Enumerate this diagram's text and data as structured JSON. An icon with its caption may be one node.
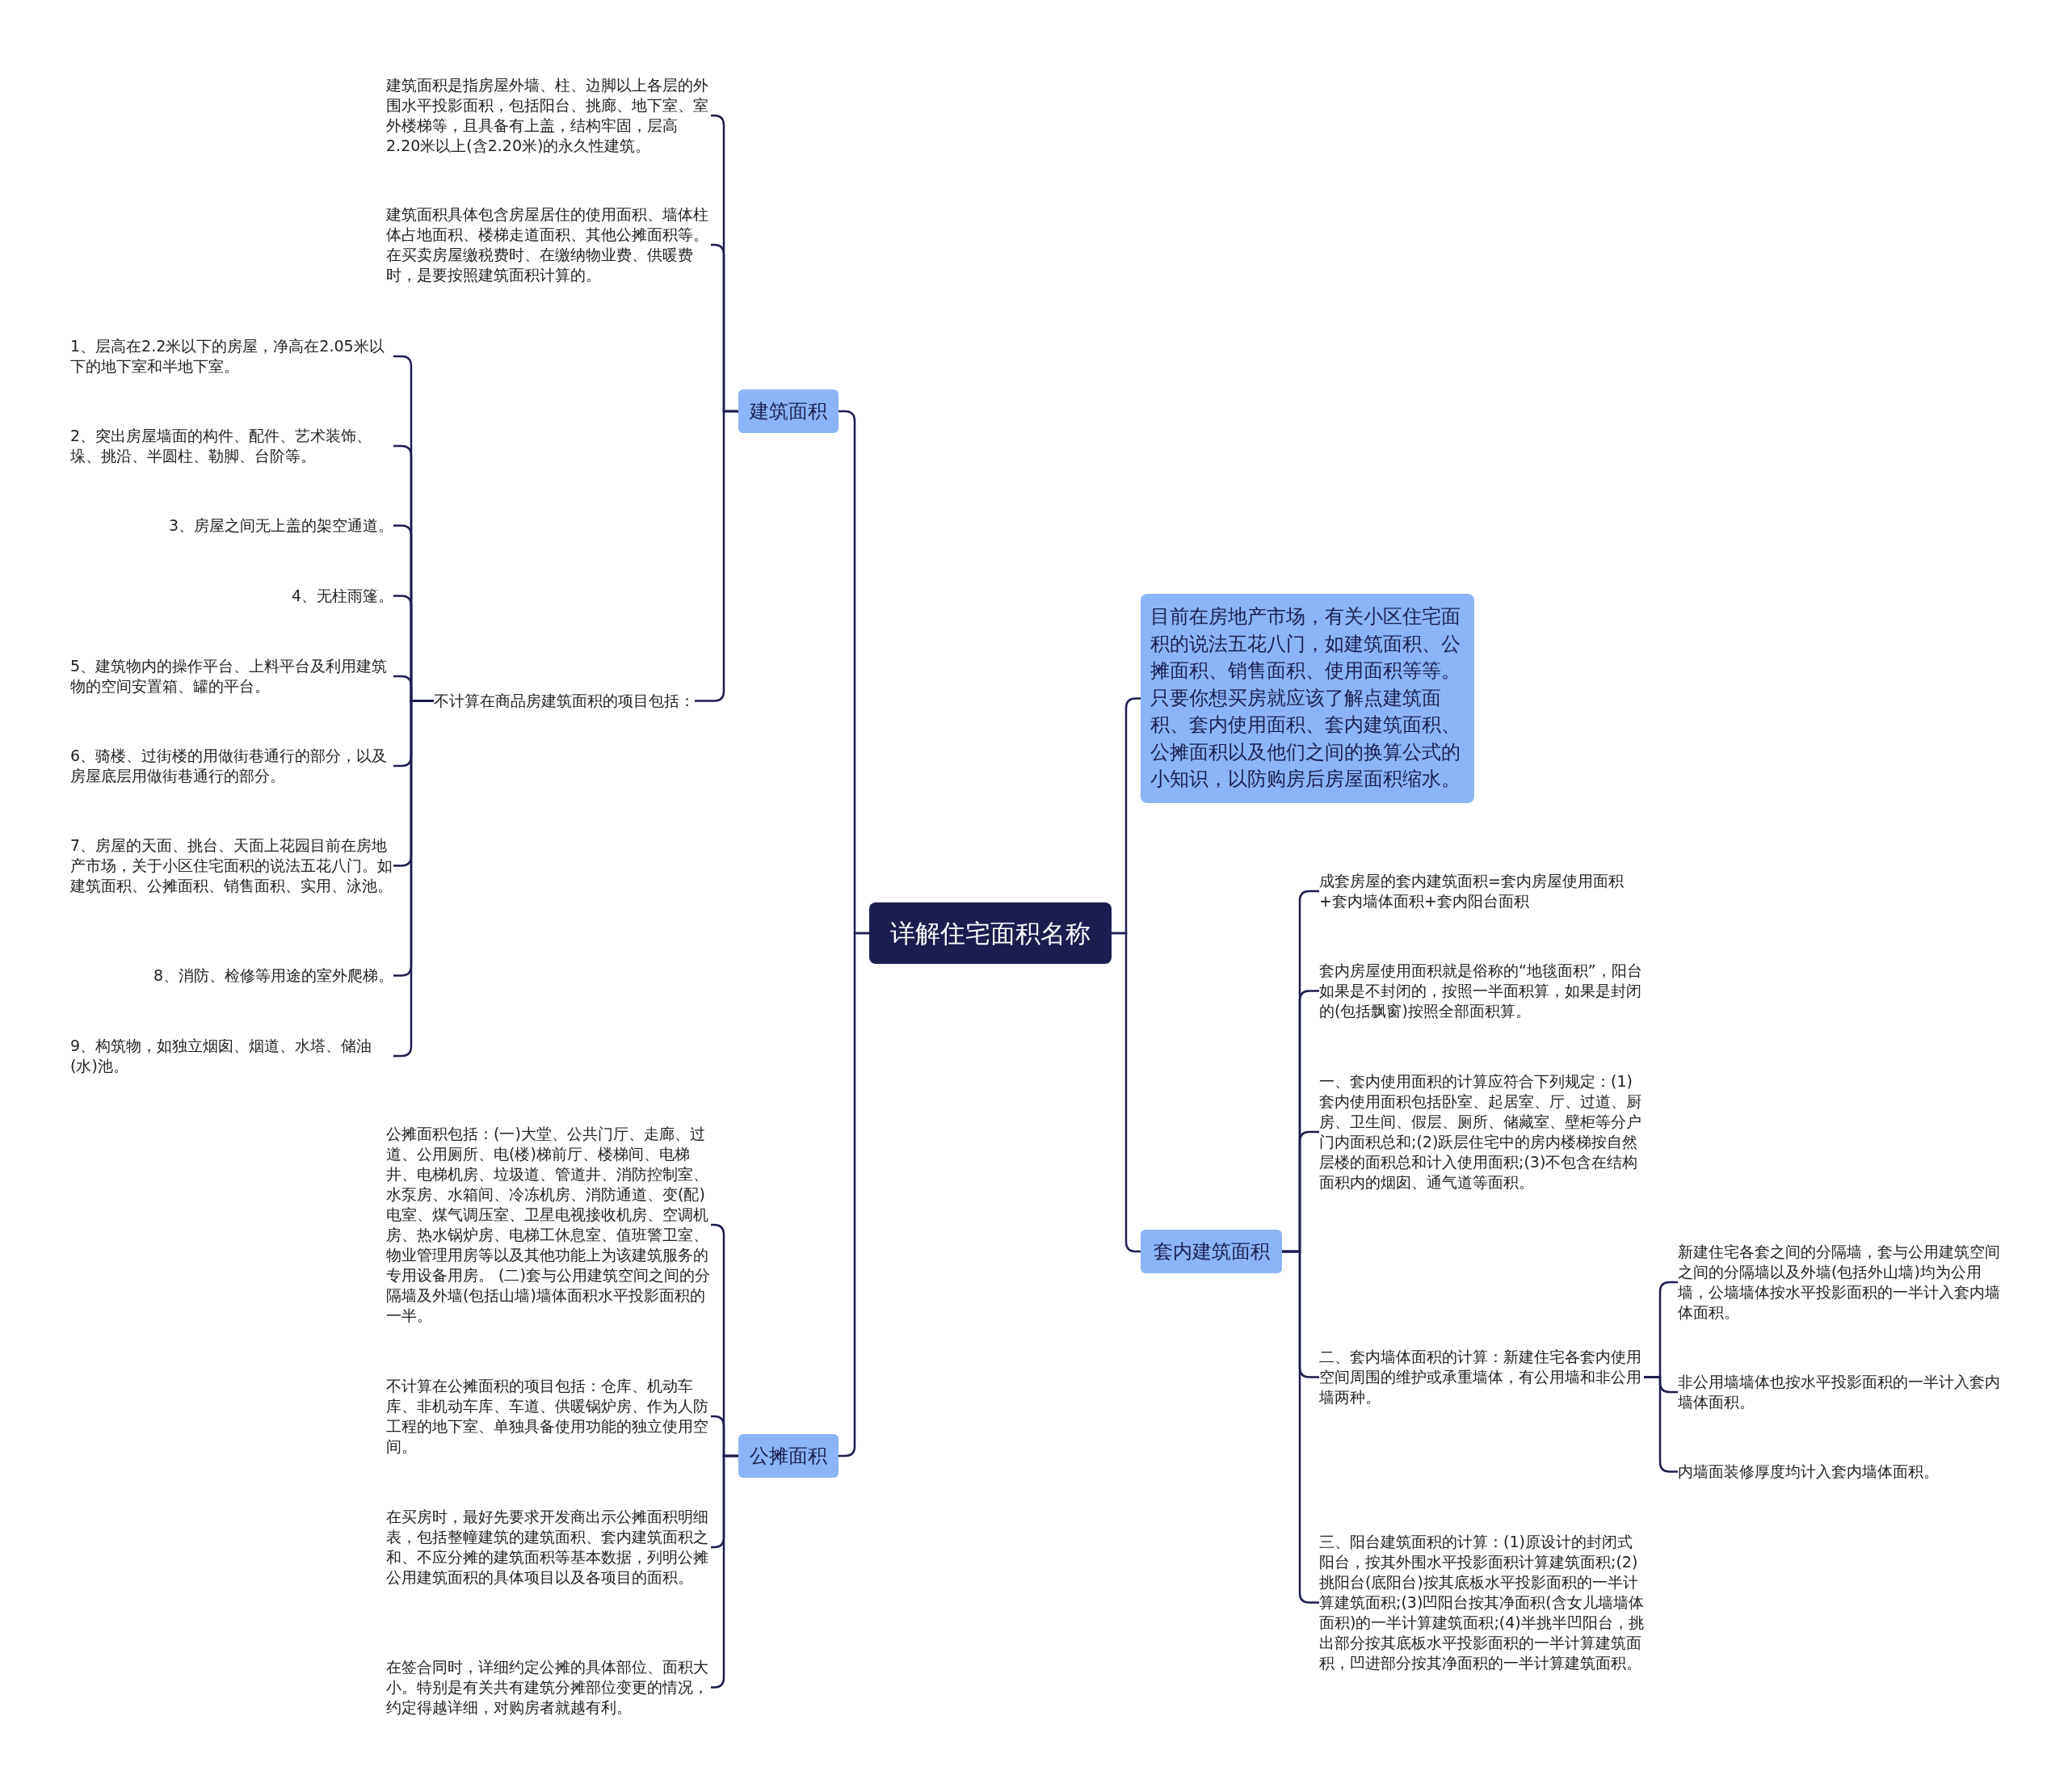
{
  "diagram": {
    "nodes": [
      {
        "text": [
          "详解住宅面积名称"
        ]
      },
      {
        "text": [
          "建筑面积"
        ]
      },
      {
        "text": [
          "建筑面积是指房屋外墙、柱、边脚以上各层的外围水平投影面积，包括阳台、挑廊、地下室、室外楼梯等，且具备有上盖，结构牢固，层高2.20米以上(含2.20米)的永久性建筑。"
        ]
      },
      {
        "text": [
          "建筑面积具体包含房屋居住的使用面积、墙体柱体占地面积、楼梯走道面积、其他公摊面积等。在买卖房屋缴税费时、在缴纳物业费、供暖费时，是要按照建筑面积计算的。"
        ]
      },
      {
        "text": [
          "不计算在商品房建筑面积的项目包括："
        ]
      },
      {
        "text": [
          "1、层高在2.2米以下的房屋，净高在2.05米以下的地下室和半地下室。"
        ]
      },
      {
        "text": [
          "2、突出房屋墙面的构件、配件、艺术装饰、垛、挑沿、半圆柱、勒脚、台阶等。"
        ]
      },
      {
        "text": [
          "3、房屋之间无上盖的架空通道。"
        ]
      },
      {
        "text": [
          "4、无柱雨篷。"
        ]
      },
      {
        "text": [
          "5、建筑物内的操作平台、上料平台及利用建筑物的空间安置箱、罐的平台。"
        ]
      },
      {
        "text": [
          "6、骑楼、过街楼的用做街巷通行的部分，以及房屋底层用做街巷通行的部分。"
        ]
      },
      {
        "text": [
          "7、房屋的天面、挑台、天面上花园目前在房地产市场，关于小区住宅面积的说法五花八门。如建筑面积、公摊面积、销售面积、实用、泳池。"
        ]
      },
      {
        "text": [
          "8、消防、检修等用途的室外爬梯。"
        ]
      },
      {
        "text": [
          "9、构筑物，如独立烟囱、烟道、水塔、储油(水)池。"
        ]
      },
      {
        "text": [
          "公摊面积"
        ]
      },
      {
        "text": [
          "公摊面积包括：(一)大堂、公共门厅、走廊、过道、公用厕所、电(楼)梯前厅、楼梯间、电梯井、电梯机房、垃圾道、管道井、消防控制室、水泵房、水箱间、冷冻机房、消防通道、变(配)电室、煤气调压室、卫星电视接收机房、空调机房、热水锅炉房、电梯工休息室、值班警卫室、物业管理用房等以及其他功能上为该建筑服务的专用设备用房。 (二)套与公用建筑空间之间的分隔墙及外墙(包括山墙)墙体面积水平投影面积的一半。"
        ]
      },
      {
        "text": [
          "不计算在公摊面积的项目包括：仓库、机动车库、非机动车库、车道、供暖锅炉房、作为人防工程的地下室、单独具备使用功能的独立使用空间。"
        ]
      },
      {
        "text": [
          "在买房时，最好先要求开发商出示公摊面积明细表，包括整幢建筑的建筑面积、套内建筑面积之和、不应分摊的建筑面积等基本数据，列明公摊公用建筑面积的具体项目以及各项目的面积。"
        ]
      },
      {
        "text": [
          "在签合同时，详细约定公摊的具体部位、面积大小。特别是有关共有建筑分摊部位变更的情况，约定得越详细，对购房者就越有利。"
        ]
      },
      {
        "text": [
          "目前在房地产市场，有关小区住宅面积的说法五花八门，如建筑面积、公摊面积、销售面积、使用面积等等。只要你想买房就应该了解点建筑面积、套内使用面积、套内建筑面积、公摊面积以及他们之间的换算公式的小知识，以防购房后房屋面积缩水。"
        ]
      },
      {
        "text": [
          "套内建筑面积"
        ]
      },
      {
        "text": [
          "成套房屋的套内建筑面积=套内房屋使用面积+套内墙体面积+套内阳台面积"
        ]
      },
      {
        "text": [
          "套内房屋使用面积就是俗称的“地毯面积”，阳台如果是不封闭的，按照一半面积算，如果是封闭的(包括飘窗)按照全部面积算。"
        ]
      },
      {
        "text": [
          "一、套内使用面积的计算应符合下列规定：(1)套内使用面积包括卧室、起居室、厅、过道、厨房、卫生间、假层、厕所、储藏室、壁柜等分户门内面积总和;(2)跃层住宅中的房内楼梯按自然层楼的面积总和计入使用面积;(3)不包含在结构面积内的烟囱、通气道等面积。"
        ]
      },
      {
        "text": [
          "二、套内墙体面积的计算：新建住宅各套内使用空间周围的维护或承重墙体，有公用墙和非公用墙两种。"
        ]
      },
      {
        "text": [
          "三、阳台建筑面积的计算：(1)原设计的封闭式阳台，按其外围水平投影面积计算建筑面积;(2)挑阳台(底阳台)按其底板水平投影面积的一半计算建筑面积;(3)凹阳台按其净面积(含女儿墙墙体面积)的一半计算建筑面积;(4)半挑半凹阳台，挑出部分按其底板水平投影面积的一半计算建筑面积，凹进部分按其净面积的一半计算建筑面积。"
        ]
      },
      {
        "text": [
          "新建住宅各套之间的分隔墙，套与公用建筑空间之间的分隔墙以及外墙(包括外山墙)均为公用墙，公墙墙体按水平投影面积的一半计入套内墙体面积。"
        ]
      },
      {
        "text": [
          "非公用墙墙体也按水平投影面积的一半计入套内墙体面积。"
        ]
      },
      {
        "text": [
          "内墙面装修厚度均计入套内墙体面积。"
        ]
      }
    ],
    "edges": [
      {
        "from": 0,
        "to": 1,
        "arrow": "none"
      },
      {
        "from": 1,
        "to": 2,
        "arrow": "none"
      },
      {
        "from": 1,
        "to": 3,
        "arrow": "none"
      },
      {
        "from": 1,
        "to": 4,
        "arrow": "none"
      },
      {
        "from": 4,
        "to": 5,
        "arrow": "none"
      },
      {
        "from": 4,
        "to": 6,
        "arrow": "none"
      },
      {
        "from": 4,
        "to": 7,
        "arrow": "none"
      },
      {
        "from": 4,
        "to": 8,
        "arrow": "none"
      },
      {
        "from": 4,
        "to": 9,
        "arrow": "none"
      },
      {
        "from": 4,
        "to": 10,
        "arrow": "none"
      },
      {
        "from": 4,
        "to": 11,
        "arrow": "none"
      },
      {
        "from": 4,
        "to": 12,
        "arrow": "none"
      },
      {
        "from": 4,
        "to": 13,
        "arrow": "none"
      },
      {
        "from": 0,
        "to": 14,
        "arrow": "none"
      },
      {
        "from": 14,
        "to": 15,
        "arrow": "none"
      },
      {
        "from": 14,
        "to": 16,
        "arrow": "none"
      },
      {
        "from": 14,
        "to": 17,
        "arrow": "none"
      },
      {
        "from": 14,
        "to": 18,
        "arrow": "none"
      },
      {
        "from": 0,
        "to": 19,
        "arrow": "none"
      },
      {
        "from": 0,
        "to": 20,
        "arrow": "none"
      },
      {
        "from": 20,
        "to": 21,
        "arrow": "none"
      },
      {
        "from": 20,
        "to": 22,
        "arrow": "none"
      },
      {
        "from": 20,
        "to": 23,
        "arrow": "none"
      },
      {
        "from": 20,
        "to": 24,
        "arrow": "none"
      },
      {
        "from": 20,
        "to": 25,
        "arrow": "none"
      },
      {
        "from": 24,
        "to": 26,
        "arrow": "none"
      },
      {
        "from": 24,
        "to": 27,
        "arrow": "none"
      },
      {
        "from": 24,
        "to": 28,
        "arrow": "none"
      }
    ]
  }
}
